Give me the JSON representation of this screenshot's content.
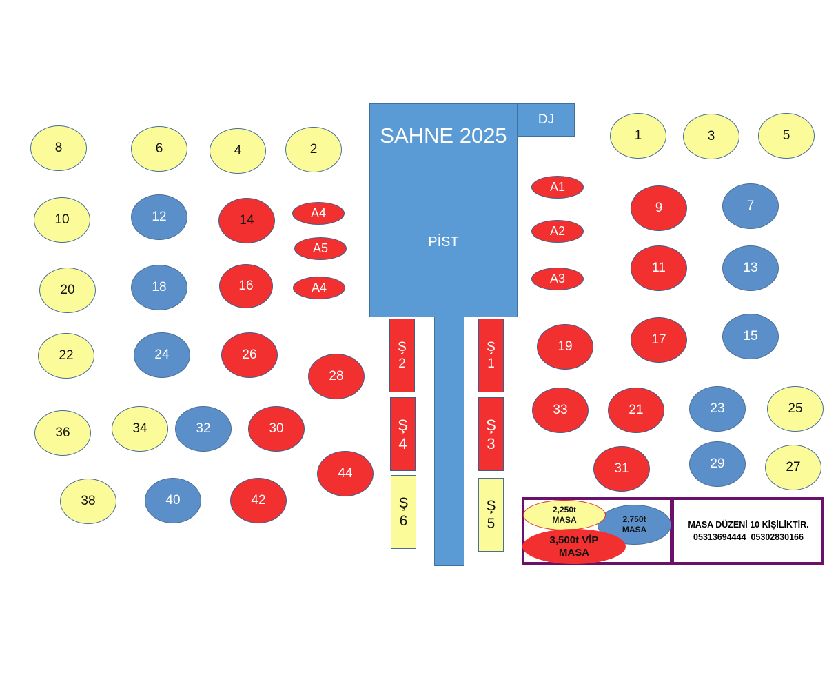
{
  "stage": {
    "title": "SAHNE 2025",
    "dj": "DJ",
    "pist": "PİST"
  },
  "tables": {
    "t1": "1",
    "t2": "2",
    "t3": "3",
    "t4": "4",
    "t5": "5",
    "t6": "6",
    "t7": "7",
    "t8": "8",
    "t9": "9",
    "t10": "10",
    "t11": "11",
    "t12": "12",
    "t13": "13",
    "t14": "14",
    "t15": "15",
    "t16": "16",
    "t17": "17",
    "t18": "18",
    "t19": "19",
    "t20": "20",
    "t21": "21",
    "t22": "22",
    "t23": "23",
    "t24": "24",
    "t25": "25",
    "t26": "26",
    "t27": "27",
    "t28": "28",
    "t29": "29",
    "t30": "30",
    "t31": "31",
    "t32": "32",
    "t33": "33",
    "t34": "34",
    "t36": "36",
    "t38": "38",
    "t40": "40",
    "t42": "42",
    "t44": "44",
    "a1": "A1",
    "a2": "A2",
    "a3": "A3",
    "a4_top": "A4",
    "a5": "A5",
    "a4_bottom": "A4"
  },
  "special": {
    "s1": [
      "Ş",
      "1"
    ],
    "s2": [
      "Ş",
      "2"
    ],
    "s3": [
      "Ş",
      "3"
    ],
    "s4": [
      "Ş",
      "4"
    ],
    "s5": [
      "Ş",
      "5"
    ],
    "s6": [
      "Ş",
      "6"
    ]
  },
  "legend": {
    "yellow_price": "2,250t",
    "yellow_label": "MASA",
    "blue_price": "2,750t",
    "blue_label": "MASA",
    "red_price": "3,500t VİP",
    "red_label": "MASA",
    "note_line1": "MASA DÜZENİ 10 KİŞİLİKTİR.",
    "note_line2": "05313694444_05302830166"
  },
  "colors": {
    "yellow": "#fbfb9a",
    "blue": "#5b8fc9",
    "red": "#f23030",
    "stage": "#5b9bd5",
    "frame": "#6b106b"
  }
}
